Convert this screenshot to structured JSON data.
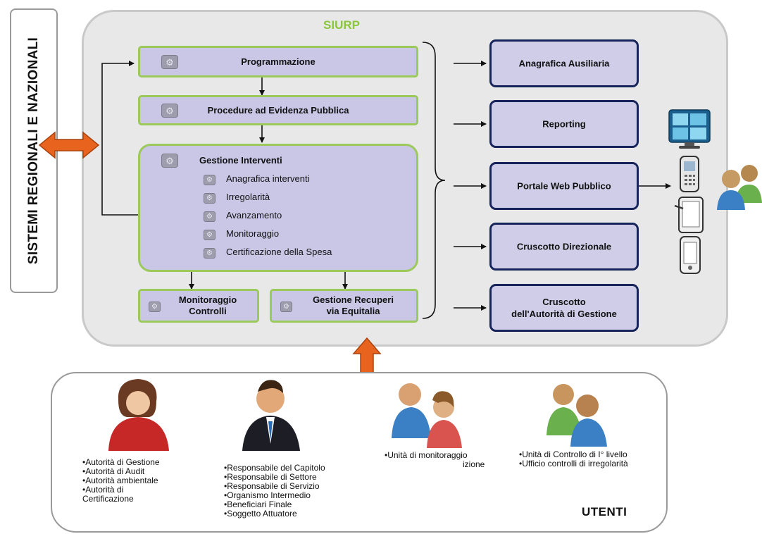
{
  "side_label": "SISTEMI REGIONALI E NAZIONALI",
  "siurp_title": "SIURP",
  "modules": {
    "programmazione": "Programmazione",
    "procedure": "Procedure ad Evidenza  Pubblica",
    "gestione_interventi": {
      "title": "Gestione Interventi",
      "items": [
        "Anagrafica interventi",
        "Irregolarità",
        "Avanzamento",
        "Monitoraggio",
        "Certificazione della Spesa"
      ]
    },
    "monitoraggio_controlli": [
      "Monitoraggio",
      "Controlli"
    ],
    "gestione_recuperi": [
      "Gestione  Recuperi",
      "via Equitalia"
    ]
  },
  "outputs": {
    "anagrafica_ausiliaria": "Anagrafica Ausiliaria",
    "reporting": "Reporting",
    "portale_web": "Portale Web Pubblico",
    "cruscotto_direzionale": "Cruscotto Direzionale",
    "cruscotto_autorita": [
      "Cruscotto",
      "dell'Autorità  di Gestione"
    ]
  },
  "users": {
    "title": "UTENTI",
    "group1": [
      "•Autorità di Gestione",
      "•Autorità di Audit",
      "•Autorità ambientale",
      "•Autorità  di",
      "Certificazione"
    ],
    "group2": [
      "•Responsabile del Capitolo",
      "•Responsabile di Settore",
      "•Responsabile di Servizio",
      "•Organismo Intermedio",
      "•Beneficiari Finale",
      "•Soggetto Attuatore"
    ],
    "group3": [
      "•Unità di monitoraggio",
      "izione"
    ],
    "group4": [
      "•Unità di Controllo di I° livello",
      "•Ufficio controlli di irregolarità"
    ]
  },
  "colors": {
    "module_fill": "#c9c6e6",
    "module_border": "#9bc95a",
    "output_border": "#16245a",
    "siurp_title": "#8cc63f",
    "arrow_orange": "#e8641e"
  },
  "icons": [
    "gear-icon",
    "monitor-icon",
    "phone-icon",
    "tablet-icon",
    "smartphone-icon",
    "users-icon",
    "person-icon"
  ]
}
